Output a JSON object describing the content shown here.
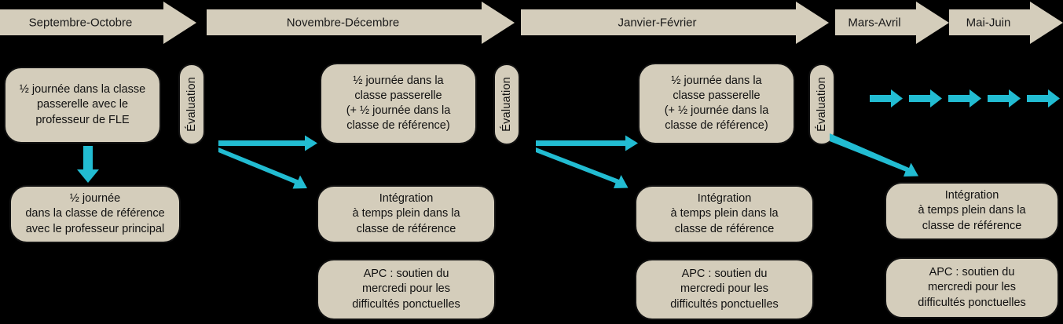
{
  "colors": {
    "background": "#000000",
    "node_fill": "#D4CDBB",
    "node_stroke": "#111111",
    "accent_teal": "#22BCD2",
    "text": "#111111"
  },
  "timeline": {
    "phases": [
      {
        "label": "Septembre-Octobre"
      },
      {
        "label": "Novembre-Décembre"
      },
      {
        "label": "Janvier-Février"
      },
      {
        "label": "Mars-Avril"
      },
      {
        "label": "Mai-Juin"
      }
    ]
  },
  "evaluations": [
    {
      "label": "Évaluation"
    },
    {
      "label": "Évaluation"
    },
    {
      "label": "Évaluation"
    }
  ],
  "columns": [
    {
      "phase": "Septembre-Octobre",
      "top_box": "½ journée dans la classe passerelle avec le professeur de FLE",
      "integration_box": "½ journée\ndans la classe de référence\navec le professeur principal",
      "apc_box": null
    },
    {
      "phase": "Novembre-Décembre",
      "top_box": "½ journée dans la\nclasse passerelle\n(+ ½ journée dans la\nclasse de référence)",
      "integration_box": "Intégration\nà temps plein dans la\nclasse de référence",
      "apc_box": "APC : soutien du\nmercredi pour les\ndifficultés ponctuelles"
    },
    {
      "phase": "Janvier-Février",
      "top_box": "½ journée dans la\nclasse passerelle\n(+ ½ journée dans la\nclasse de référence)",
      "integration_box": "Intégration\nà temps plein dans la\nclasse de référence",
      "apc_box": "APC : soutien du\nmercredi pour les\ndifficultés ponctuelles"
    },
    {
      "phase": "Mars-Avril / Mai-Juin",
      "top_box": null,
      "integration_box": "Intégration\nà temps plein dans la\nclasse de référence",
      "apc_box": "APC : soutien du\nmercredi pour les\ndifficultés ponctuelles"
    }
  ],
  "continuation_arrows": {
    "count": 5,
    "label": "repeating-progress-arrows"
  }
}
